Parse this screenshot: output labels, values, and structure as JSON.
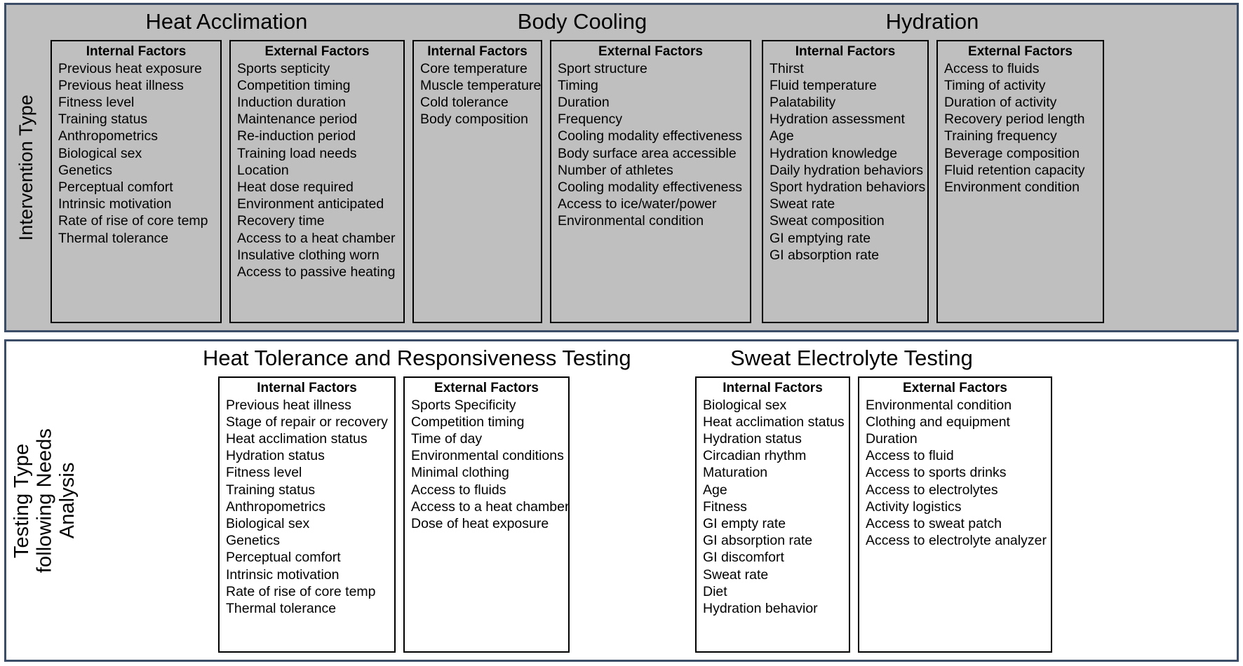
{
  "figure": {
    "accent_border_color": "#3c4d68",
    "top_band_fill": "#bfbfbf",
    "bottom_band_fill": "#ffffff"
  },
  "rows": [
    {
      "row_label": "Intervention Type",
      "groups": [
        {
          "title": "Heat Acclimation",
          "columns": [
            {
              "heading": "Internal Factors",
              "items": [
                "Previous heat exposure",
                "Previous heat illness",
                "Fitness level",
                "Training status",
                "Anthropometrics",
                "Biological sex",
                "Genetics",
                "Perceptual comfort",
                "Intrinsic motivation",
                "Rate of rise of core temp",
                "Thermal tolerance"
              ]
            },
            {
              "heading": "External Factors",
              "items": [
                "Sports septicity",
                "Competition timing",
                "Induction duration",
                "Maintenance period",
                "Re-induction period",
                "Training load needs",
                "Location",
                "Heat dose required",
                "Environment anticipated",
                "Recovery time",
                "Access to a heat chamber",
                "Insulative clothing worn",
                "Access to passive heating"
              ]
            }
          ]
        },
        {
          "title": "Body Cooling",
          "columns": [
            {
              "heading": "Internal Factors",
              "items": [
                "Core temperature",
                "Muscle temperature",
                "Cold tolerance",
                "Body composition"
              ]
            },
            {
              "heading": "External Factors",
              "items": [
                "Sport structure",
                "Timing",
                "Duration",
                "Frequency",
                "Cooling modality effectiveness",
                "Body surface area accessible",
                "Number of athletes",
                "Cooling modality effectiveness",
                "Access to ice/water/power",
                "Environmental condition"
              ]
            }
          ]
        },
        {
          "title": "Hydration",
          "columns": [
            {
              "heading": "Internal Factors",
              "items": [
                "Thirst",
                "Fluid temperature",
                "Palatability",
                "Hydration assessment",
                "Age",
                "Hydration knowledge",
                "Daily hydration behaviors",
                "Sport hydration behaviors",
                "Sweat rate",
                "Sweat composition",
                "GI emptying rate",
                "GI absorption rate"
              ]
            },
            {
              "heading": "External Factors",
              "items": [
                "Access to fluids",
                "Timing of activity",
                "Duration of activity",
                "Recovery period length",
                "Training frequency",
                "Beverage composition",
                "Fluid retention capacity",
                "Environment condition"
              ]
            }
          ]
        }
      ]
    },
    {
      "row_label": "Testing Type\nfollowing Needs\nAnalysis",
      "groups": [
        {
          "title": "Heat Tolerance and Responsiveness Testing",
          "columns": [
            {
              "heading": "Internal Factors",
              "items": [
                "Previous heat illness",
                "Stage of repair or recovery",
                "Heat acclimation status",
                "Hydration status",
                "Fitness level",
                "Training status",
                "Anthropometrics",
                "Biological sex",
                "Genetics",
                "Perceptual comfort",
                "Intrinsic motivation",
                "Rate of rise of core temp",
                "Thermal tolerance"
              ]
            },
            {
              "heading": "External Factors",
              "items": [
                "Sports Specificity",
                "Competition timing",
                "Time of day",
                "Environmental conditions",
                "Minimal clothing",
                "Access to fluids",
                "Access to a heat chamber",
                "Dose of heat exposure"
              ]
            }
          ]
        },
        {
          "title": "Sweat Electrolyte Testing",
          "columns": [
            {
              "heading": "Internal Factors",
              "items": [
                "Biological sex",
                "Heat acclimation status",
                "Hydration status",
                "Circadian rhythm",
                "Maturation",
                "Age",
                "Fitness",
                "GI empty rate",
                "GI absorption rate",
                "GI discomfort",
                "Sweat rate",
                "Diet",
                "Hydration behavior"
              ]
            },
            {
              "heading": "External Factors",
              "items": [
                "Environmental condition",
                "Clothing and equipment",
                "Duration",
                "Access to fluid",
                "Access to sports drinks",
                "Access to electrolytes",
                "Activity logistics",
                "Access to sweat patch",
                "Access to electrolyte analyzer"
              ]
            }
          ]
        }
      ]
    }
  ]
}
